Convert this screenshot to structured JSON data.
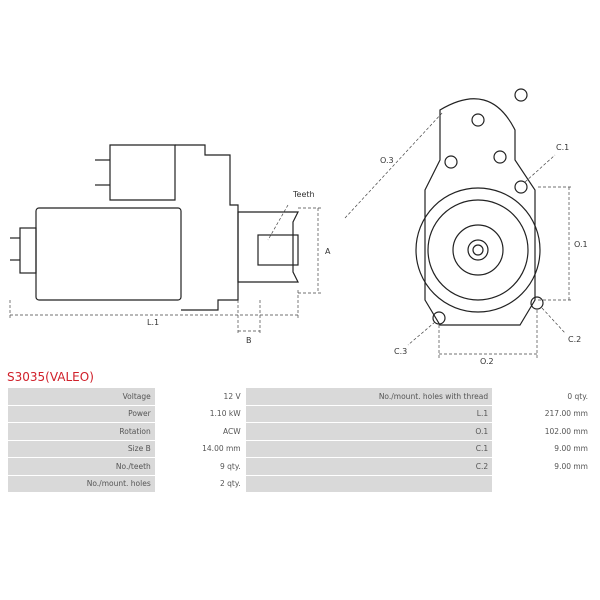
{
  "drawing": {
    "labels": {
      "teeth": "Teeth",
      "a": "A",
      "b": "B",
      "l1": "L.1",
      "o3": "O.3",
      "c1": "C.1",
      "o1": "O.1",
      "c3": "C.3",
      "o2": "O.2",
      "c2": "C.2"
    }
  },
  "title": "S3035(VALEO)",
  "specs": [
    {
      "label": "Voltage",
      "value": "12 V",
      "label2": "No./mount. holes with thread",
      "value2": "0 qty."
    },
    {
      "label": "Power",
      "value": "1.10 kW",
      "label2": "L.1",
      "value2": "217.00 mm"
    },
    {
      "label": "Rotation",
      "value": "ACW",
      "label2": "O.1",
      "value2": "102.00 mm"
    },
    {
      "label": "Size B",
      "value": "14.00 mm",
      "label2": "C.1",
      "value2": "9.00 mm"
    },
    {
      "label": "No./teeth",
      "value": "9 qty.",
      "label2": "C.2",
      "value2": "9.00 mm"
    },
    {
      "label": "No./mount. holes",
      "value": "2 qty.",
      "label2": "",
      "value2": ""
    }
  ]
}
